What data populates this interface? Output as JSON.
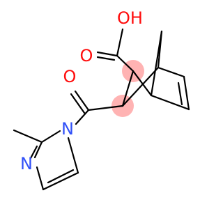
{
  "molecule": {
    "atom_labels": {
      "hydroxyl": "OH",
      "carboxyl_oxygen": "O",
      "carbonyl_oxygen": "O",
      "imidazole_n1": "N",
      "imidazole_n3": "N"
    },
    "colors": {
      "bond": "#000000",
      "oxygen": "#ff0d0d",
      "nitrogen": "#3050f8",
      "stereo_highlight": "#ff8080"
    }
  }
}
